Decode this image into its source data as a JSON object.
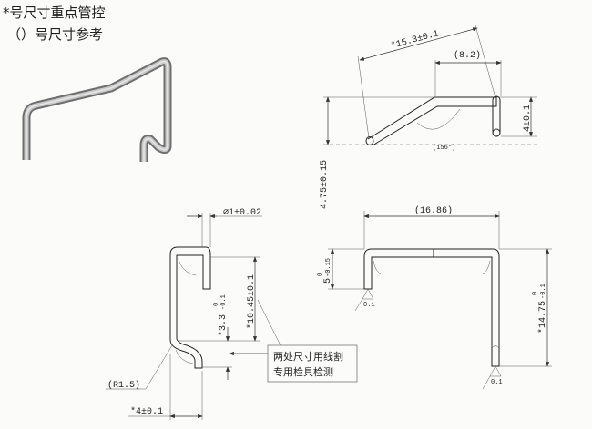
{
  "notes": {
    "critical": "*号尺寸重点管控",
    "reference": "（）号尺寸参考"
  },
  "top_view": {
    "length": "*15.3±0.1",
    "ref_length": "(8.2)",
    "height": "4±0.1",
    "offset": "4.75±0.15",
    "angle": "(156°)"
  },
  "side_view": {
    "diameter": "⌀1±0.02",
    "height": "*10.45±0.1",
    "step": "*3.3",
    "step_tol_upper": "0",
    "step_tol_lower": "-0.1",
    "radius": "(R1.5)",
    "width": "*4±0.1",
    "callout_line1": "两处尺寸用线割",
    "callout_line2": "专用检具检测"
  },
  "front_view": {
    "span": "(16.86)",
    "short_leg": "5",
    "short_leg_tol_upper": "0",
    "short_leg_tol_lower": "-0.15",
    "long_leg": "*14.75",
    "long_leg_tol_upper": "0",
    "long_leg_tol_lower": "-0.1",
    "flatness_left": "0.1",
    "flatness_right": "0.1"
  }
}
